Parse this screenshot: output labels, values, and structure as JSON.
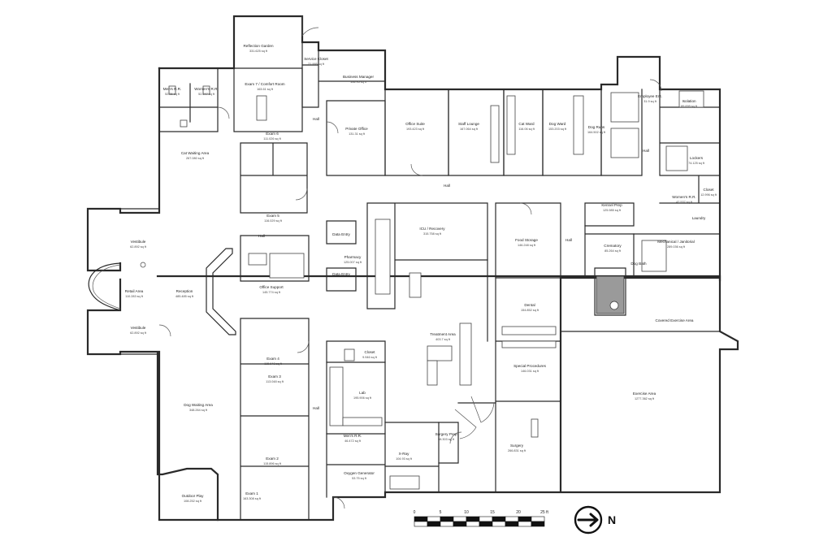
{
  "rooms": [
    {
      "id": "reflection-garden",
      "name": "Reflection Garden",
      "area": "331.625 sq ft"
    },
    {
      "id": "service-closet",
      "name": "Service Closet",
      "area": "21.995 sq ft"
    },
    {
      "id": "business-manager",
      "name": "Business Manager",
      "area": "106.95 sq ft"
    },
    {
      "id": "mens-rr-top",
      "name": "Men's R.R.",
      "area": "52.36 sq ft"
    },
    {
      "id": "womens-rr-top",
      "name": "Women's R.R.",
      "area": "52.047 sq ft"
    },
    {
      "id": "exam-7",
      "name": "Exam 7 / Comfort Room",
      "area": "163.61 sq ft"
    },
    {
      "id": "office-suite",
      "name": "Office Suite",
      "area": "193.423 sq ft"
    },
    {
      "id": "staff-lounge",
      "name": "Staff Lounge",
      "area": "167.064 sq ft"
    },
    {
      "id": "cat-ward",
      "name": "Cat Ward",
      "area": "116.06 sq ft"
    },
    {
      "id": "dog-ward",
      "name": "Dog Ward",
      "area": "153.203 sq ft"
    },
    {
      "id": "dog-runs",
      "name": "Dog Runs",
      "area": "164.502 sq ft"
    },
    {
      "id": "employee-ent",
      "name": "Employee Ent.",
      "area": "31.9 sq ft"
    },
    {
      "id": "isolation",
      "name": "Isolation",
      "area": "89.699 sq ft"
    },
    {
      "id": "private-office",
      "name": "Private Office",
      "area": "131.31 sq ft"
    },
    {
      "id": "exam-6",
      "name": "Exam 6",
      "area": "111.026 sq ft"
    },
    {
      "id": "cat-waiting",
      "name": "Cat Waiting Area",
      "area": "267.080 sq ft"
    },
    {
      "id": "lockers",
      "name": "Lockers",
      "area": "74.125 sq ft"
    },
    {
      "id": "closet-right",
      "name": "Closet",
      "area": "12.996 sq ft"
    },
    {
      "id": "womens-rr-right",
      "name": "Women's R.R.",
      "area": "42.537 sq ft"
    },
    {
      "id": "laundry",
      "name": "Laundry",
      "area": ""
    },
    {
      "id": "exam-5",
      "name": "Exam 5",
      "area": "116.029 sq ft"
    },
    {
      "id": "kennel-prep",
      "name": "Kennel Prep",
      "area": "125.985 sq ft"
    },
    {
      "id": "icu-recovery",
      "name": "ICU / Recovery",
      "area": "315.758 sq ft"
    },
    {
      "id": "food-storage",
      "name": "Food Storage",
      "area": "146.248 sq ft"
    },
    {
      "id": "mechanical",
      "name": "Mechanical / Janitorial",
      "area": "289.036 sq ft"
    },
    {
      "id": "crematory",
      "name": "Crematory",
      "area": "85.264 sq ft"
    },
    {
      "id": "dog-bath",
      "name": "Dog Bath",
      "area": ""
    },
    {
      "id": "vestibule-top",
      "name": "Vestibule",
      "area": "62.892 sq ft"
    },
    {
      "id": "data-entry-1",
      "name": "Data Entry",
      "area": ""
    },
    {
      "id": "pharmacy",
      "name": "Pharmacy",
      "area": "125.007 sq ft"
    },
    {
      "id": "data-entry-2",
      "name": "Data Entry",
      "area": ""
    },
    {
      "id": "office-support",
      "name": "Office Support",
      "area": "145.774 sq ft"
    },
    {
      "id": "retail-area",
      "name": "Retail Area",
      "area": "110.283 sq ft"
    },
    {
      "id": "reception",
      "name": "Reception",
      "area": "485.485 sq ft"
    },
    {
      "id": "vestibule-bottom",
      "name": "Vestibule",
      "area": "62.892 sq ft"
    },
    {
      "id": "dental",
      "name": "Dental",
      "area": "154.852 sq ft"
    },
    {
      "id": "general-exercise",
      "name": "Covered Exercise Area",
      "area": ""
    },
    {
      "id": "treatment",
      "name": "Treatment Area",
      "area": "403.7 sq ft"
    },
    {
      "id": "closet-center",
      "name": "Closet",
      "area": "9.946 sq ft"
    },
    {
      "id": "exam-4",
      "name": "Exam 4",
      "area": "115.648 sq ft"
    },
    {
      "id": "exam-3",
      "name": "Exam 3",
      "area": "113.048 sq ft"
    },
    {
      "id": "special-procedures",
      "name": "Special Procedures",
      "area": "146.031 sq ft"
    },
    {
      "id": "lab",
      "name": "Lab",
      "area": "195.906 sq ft"
    },
    {
      "id": "dog-waiting",
      "name": "Dog Waiting Area",
      "area": "348.264 sq ft"
    },
    {
      "id": "exercise",
      "name": "Exercise Area",
      "area": "1277.362 sq ft"
    },
    {
      "id": "mens-rr-bottom",
      "name": "Men's R.R.",
      "area": "46.472 sq ft"
    },
    {
      "id": "surgery-prep",
      "name": "Surgery Prep",
      "area": "98.303 sq ft"
    },
    {
      "id": "xray",
      "name": "X-Ray",
      "area": "104.93 sq ft"
    },
    {
      "id": "surgery",
      "name": "Surgery",
      "area": "266.831 sq ft"
    },
    {
      "id": "exam-2",
      "name": "Exam 2",
      "area": "115.896 sq ft"
    },
    {
      "id": "oxygen-generator",
      "name": "Oxygen Generator",
      "area": "53.75 sq ft"
    },
    {
      "id": "outdoor-play",
      "name": "Outdoor Play",
      "area": "108.252 sq ft"
    },
    {
      "id": "exam-1",
      "name": "Exam 1",
      "area": "163.308 sq ft"
    }
  ],
  "halls": [
    "Hall",
    "Hall",
    "Hall",
    "Hall",
    "Hall",
    "Hall"
  ],
  "scale_bar": {
    "ticks": [
      "0",
      "5",
      "10",
      "15",
      "20",
      "25 ft"
    ]
  },
  "north": {
    "label": "N"
  }
}
